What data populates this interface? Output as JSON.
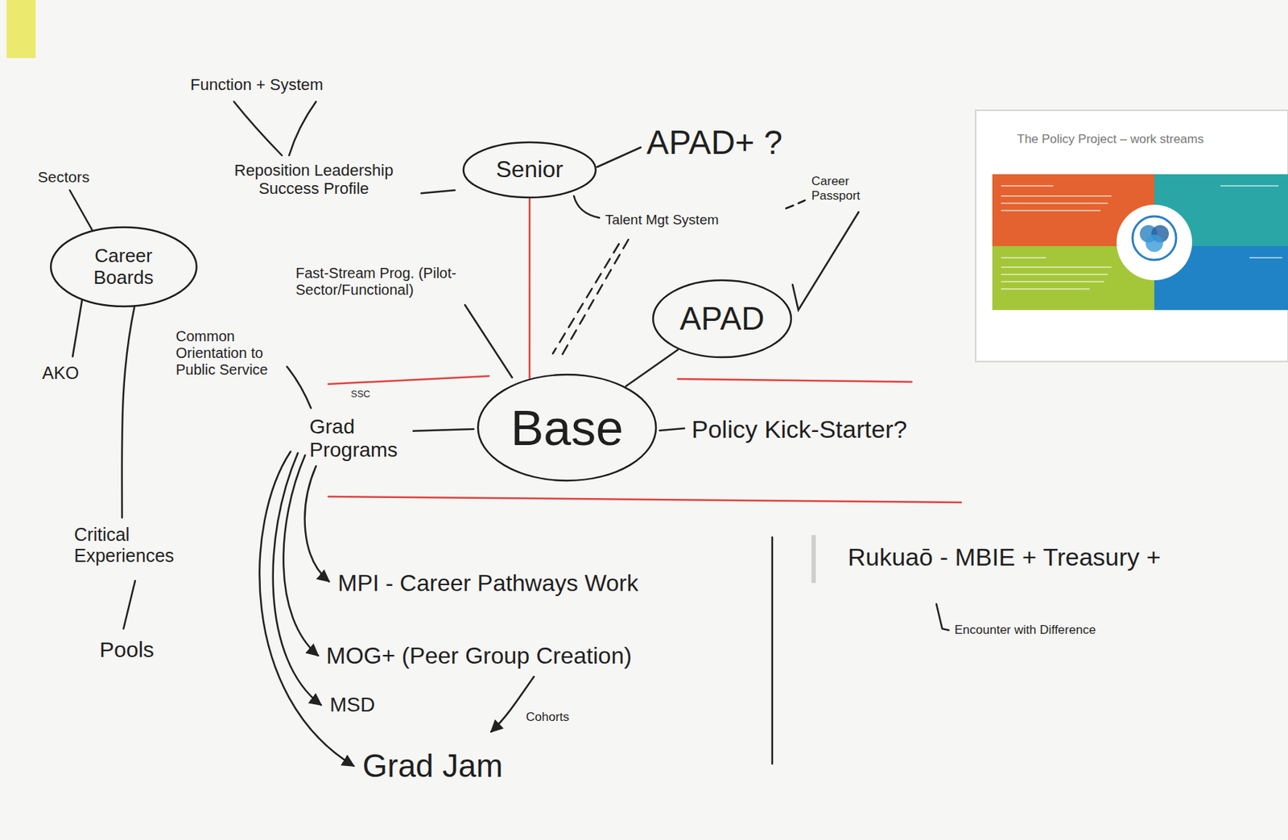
{
  "diagram": {
    "nodes": [
      {
        "text": [
          "Senior"
        ]
      },
      {
        "text": [
          "The Policy Project – work streams"
        ]
      },
      {
        "text": [
          "Career Boards"
        ]
      },
      {
        "text": [
          "APAD"
        ]
      },
      {
        "text": [
          "Base"
        ]
      }
    ],
    "edges": [
      {
        "from": 0,
        "to": 4,
        "arrow": "none"
      },
      {
        "from": 3,
        "to": 4,
        "arrow": "none"
      }
    ],
    "labels": [
      "Function + System",
      "Reposition Leadership Success Profile",
      "APAD+ ?",
      "Career Passport",
      "Talent Mgt System",
      "Sectors",
      "Fast-Stream Prog. (Pilot-Sector/Functional)",
      "AKO",
      "Common Orientation to Public Service",
      "SSC",
      "Grad Programs",
      "Policy Kick-Starter?",
      "Critical Experiences",
      "Pools",
      "MPI - Career Pathways Work",
      "MOG+ (Peer Group Creation)",
      "MSD",
      "Cohorts",
      "Grad Jam",
      "Rukuaō - MBIE + Treasury +",
      "Encounter with Difference"
    ]
  }
}
